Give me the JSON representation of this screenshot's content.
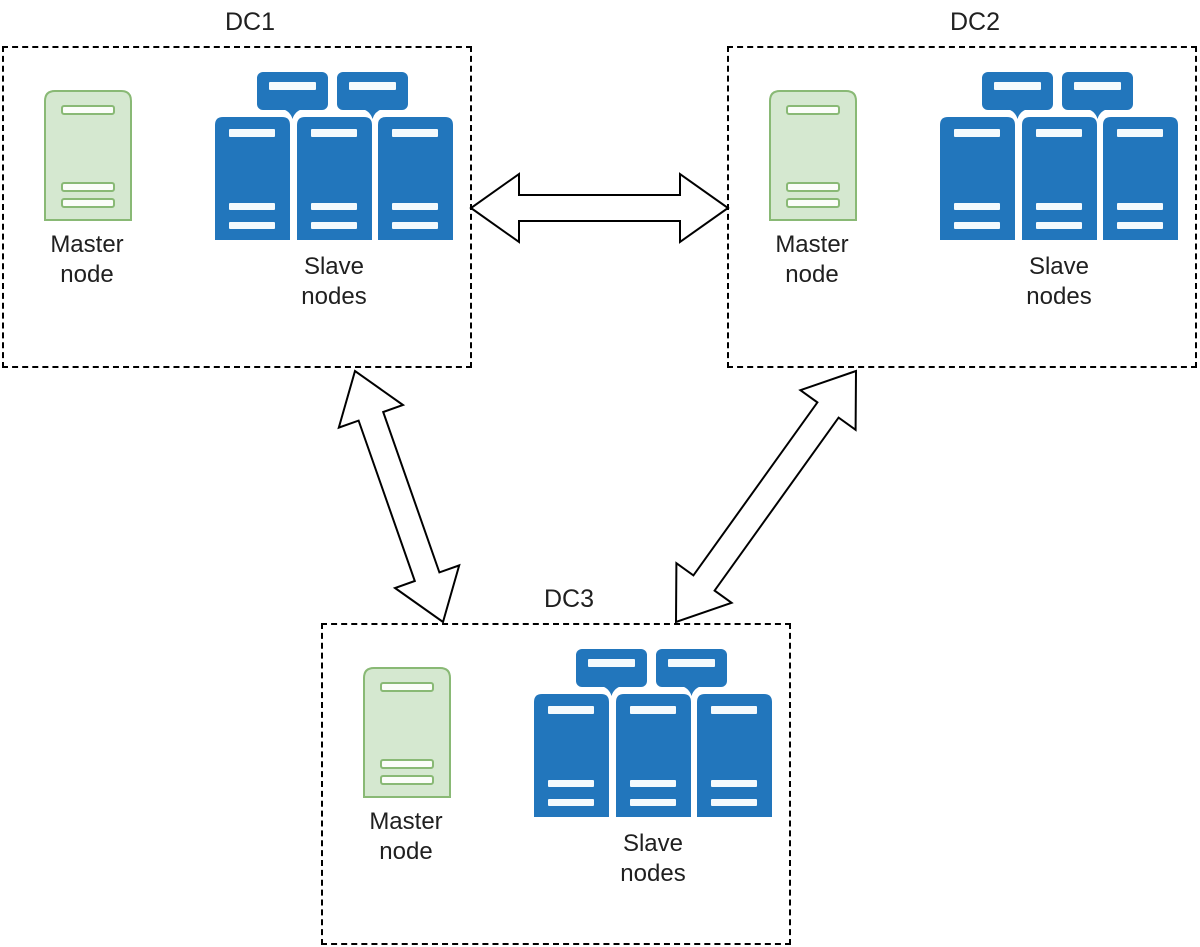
{
  "datacenters": [
    {
      "name": "DC1",
      "master": {
        "line1": "Master",
        "line2": "node"
      },
      "slaves": {
        "line1": "Slave",
        "line2": "nodes"
      }
    },
    {
      "name": "DC2",
      "master": {
        "line1": "Master",
        "line2": "node"
      },
      "slaves": {
        "line1": "Slave",
        "line2": "nodes"
      }
    },
    {
      "name": "DC3",
      "master": {
        "line1": "Master",
        "line2": "node"
      },
      "slaves": {
        "line1": "Slave",
        "line2": "nodes"
      }
    }
  ],
  "links": [
    {
      "from": "DC1",
      "to": "DC2",
      "type": "bidirectional"
    },
    {
      "from": "DC1",
      "to": "DC3",
      "type": "bidirectional"
    },
    {
      "from": "DC2",
      "to": "DC3",
      "type": "bidirectional"
    }
  ],
  "icons": {
    "master": "server-tower-icon",
    "slaves": "server-cluster-icon",
    "link": "double-headed-arrow-icon"
  },
  "colors": {
    "master_fill": "#d5e8d0",
    "master_stroke": "#89b975",
    "master_slot_fill": "#fbfdf9",
    "slave_fill": "#2276bc",
    "slave_slot_fill": "#f4fafd",
    "arrow_fill": "#ffffff",
    "arrow_stroke": "#000000",
    "box_border": "#000000",
    "text": "#202020",
    "background": "#ffffff"
  }
}
